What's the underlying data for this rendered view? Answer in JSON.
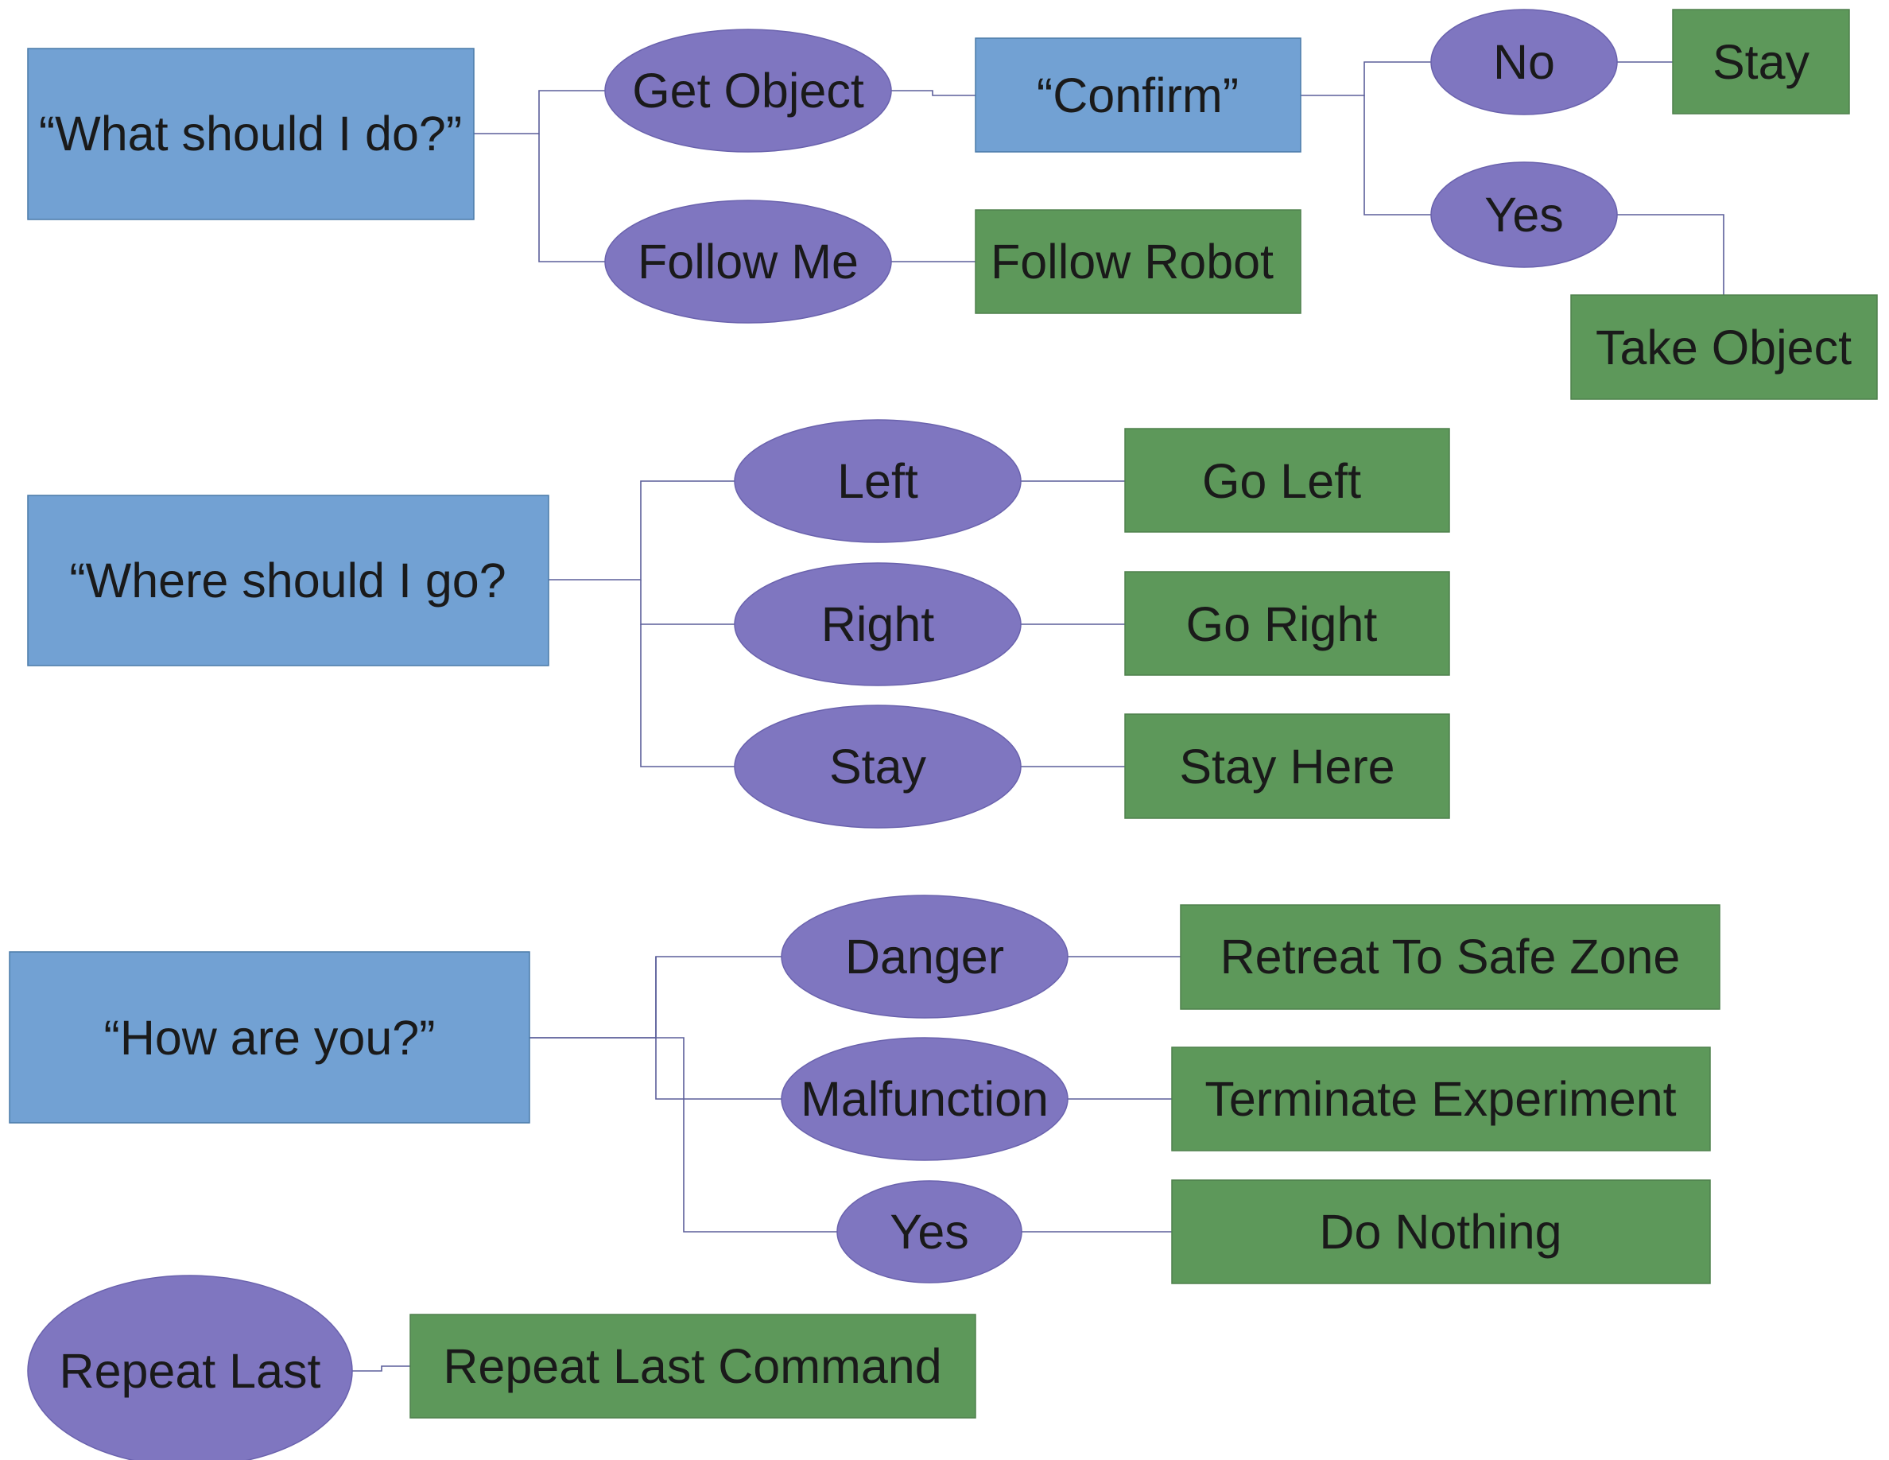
{
  "colors": {
    "prompt_fill": "#72a1d3",
    "response_fill": "#7f76c0",
    "action_fill": "#5d985a",
    "connector": "#5b5f9a",
    "text": "#1a1a1a"
  },
  "diagram": {
    "prompts": {
      "what_should_i_do": "“What should I do?”",
      "confirm": "“Confirm”",
      "where_should_i_go": "“Where should I go?",
      "how_are_you": "“How are you?”"
    },
    "responses": {
      "get_object": "Get Object",
      "follow_me": "Follow Me",
      "no": "No",
      "yes_confirm": "Yes",
      "left": "Left",
      "right": "Right",
      "stay": "Stay",
      "danger": "Danger",
      "malfunction": "Malfunction",
      "yes_status": "Yes",
      "repeat_last": "Repeat Last"
    },
    "actions": {
      "stay": "Stay",
      "take_object": "Take Object",
      "follow_robot": "Follow Robot",
      "go_left": "Go Left",
      "go_right": "Go Right",
      "stay_here": "Stay Here",
      "retreat": "Retreat To Safe Zone",
      "terminate": "Terminate Experiment",
      "do_nothing": "Do Nothing",
      "repeat_last_command": "Repeat Last Command"
    }
  }
}
